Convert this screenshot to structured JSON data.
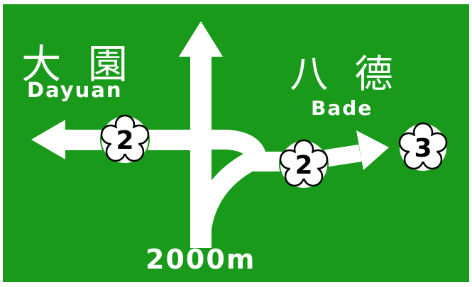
{
  "sign": {
    "colors": {
      "background": "#1a9a1a",
      "foreground": "#ffffff",
      "border": "#1a9a1a",
      "shield_text": "#000000"
    },
    "left": {
      "name_zh": "大 園",
      "name_en": "Dayuan",
      "route": "2"
    },
    "right": {
      "name_zh": "八 德",
      "name_en": "Bade",
      "route_near": "2",
      "route_far": "3"
    },
    "distance": "2000m",
    "icons": [
      "arrow-up-icon",
      "arrow-left-icon",
      "arrow-right-icon",
      "route-shield-icon"
    ]
  }
}
